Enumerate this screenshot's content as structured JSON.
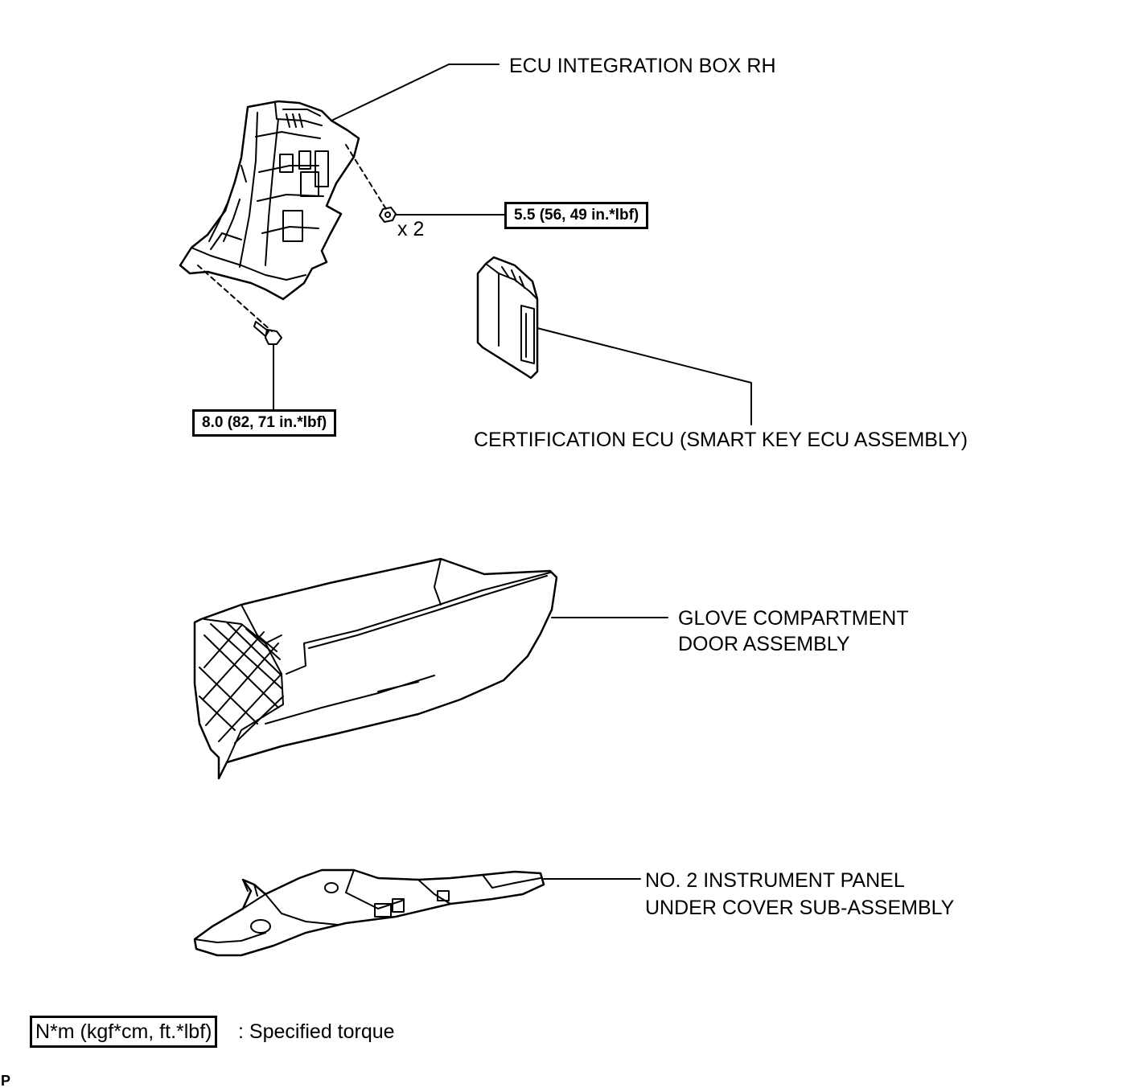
{
  "labels": {
    "ecu_box": "ECU INTEGRATION BOX RH",
    "qty": "x 2",
    "cert_ecu": "CERTIFICATION ECU (SMART KEY ECU ASSEMBLY)",
    "glove_line1": "GLOVE COMPARTMENT",
    "glove_line2": "DOOR ASSEMBLY",
    "under_line1": "NO. 2 INSTRUMENT PANEL",
    "under_line2": "UNDER COVER SUB-ASSEMBLY"
  },
  "torques": {
    "nut": "5.5 (56, 49 in.*lbf)",
    "bolt": "8.0 (82, 71 in.*lbf)"
  },
  "legend": {
    "unit": "N*m (kgf*cm, ft.*lbf)",
    "text": ": Specified torque"
  },
  "corner_mark": "P"
}
